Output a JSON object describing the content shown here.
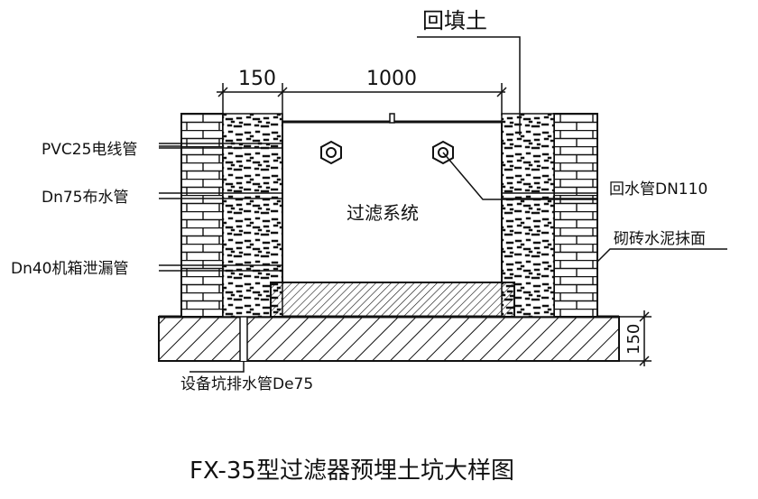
{
  "labels": {
    "backfill": "回填土",
    "dim_150_top": "150",
    "dim_1000": "1000",
    "dim_150_side": "150",
    "pvc": "PVC25电线管",
    "dn75": "Dn75布水管",
    "dn40": "Dn40机箱泄漏管",
    "center": "过滤系统",
    "return": "回水管DN110",
    "brick": "砌砖水泥抹面",
    "drain": "设备坑排水管De75",
    "title": "FX-35型过滤器预埋土坑大样图"
  }
}
